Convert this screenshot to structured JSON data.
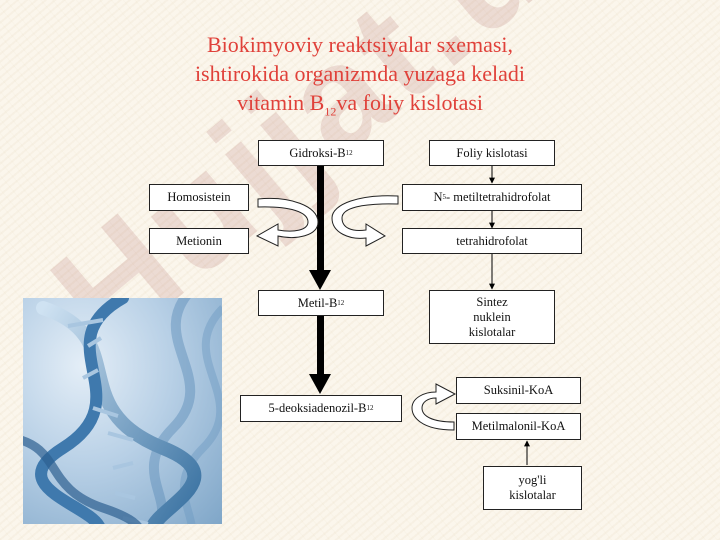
{
  "title": {
    "line1": "Biokimyoviy reaktsiyalar sxemasi,",
    "line2": "ishtirokida organizmda yuzaga keladi",
    "line3_pre": "vitamin B",
    "line3_sub": "12",
    "line3_post": "va foliy kislotasi"
  },
  "boxes": {
    "gidroksi": {
      "pre": "Gidroksi-B",
      "sub": "12"
    },
    "foliy": {
      "text": "Foliy kislotasi"
    },
    "homosistein": {
      "text": "Homosistein"
    },
    "n5": {
      "pre": "N",
      "sub": "5",
      "post": "- metiltetrahidrofolat"
    },
    "metionin": {
      "text": "Metionin"
    },
    "tetrahidrofolat": {
      "text": "tetrahidrofolat"
    },
    "metil": {
      "pre": "Metil-B",
      "sub": "12"
    },
    "sintez": {
      "line1": "Sintez",
      "line2": "nuklein",
      "line3": "kislotalar"
    },
    "deoksi": {
      "pre": "5-deoksiadenozil-B",
      "sub": "12"
    },
    "suksinil": {
      "text": "Suksinil-KoA"
    },
    "metilmalonil": {
      "text": "Metilmalonil-KoA"
    },
    "yogli": {
      "line1": "yog'li",
      "line2": "kislotalar"
    }
  },
  "watermark": "Hujjat.uz",
  "colors": {
    "title": "#e0413a",
    "arrow": "#000000",
    "box_border": "#222222",
    "background": "#fbf6ec",
    "dna_blue": "#3f79ad"
  },
  "icons": [
    "dna-helix-image",
    "cycle-arrow-icon"
  ]
}
